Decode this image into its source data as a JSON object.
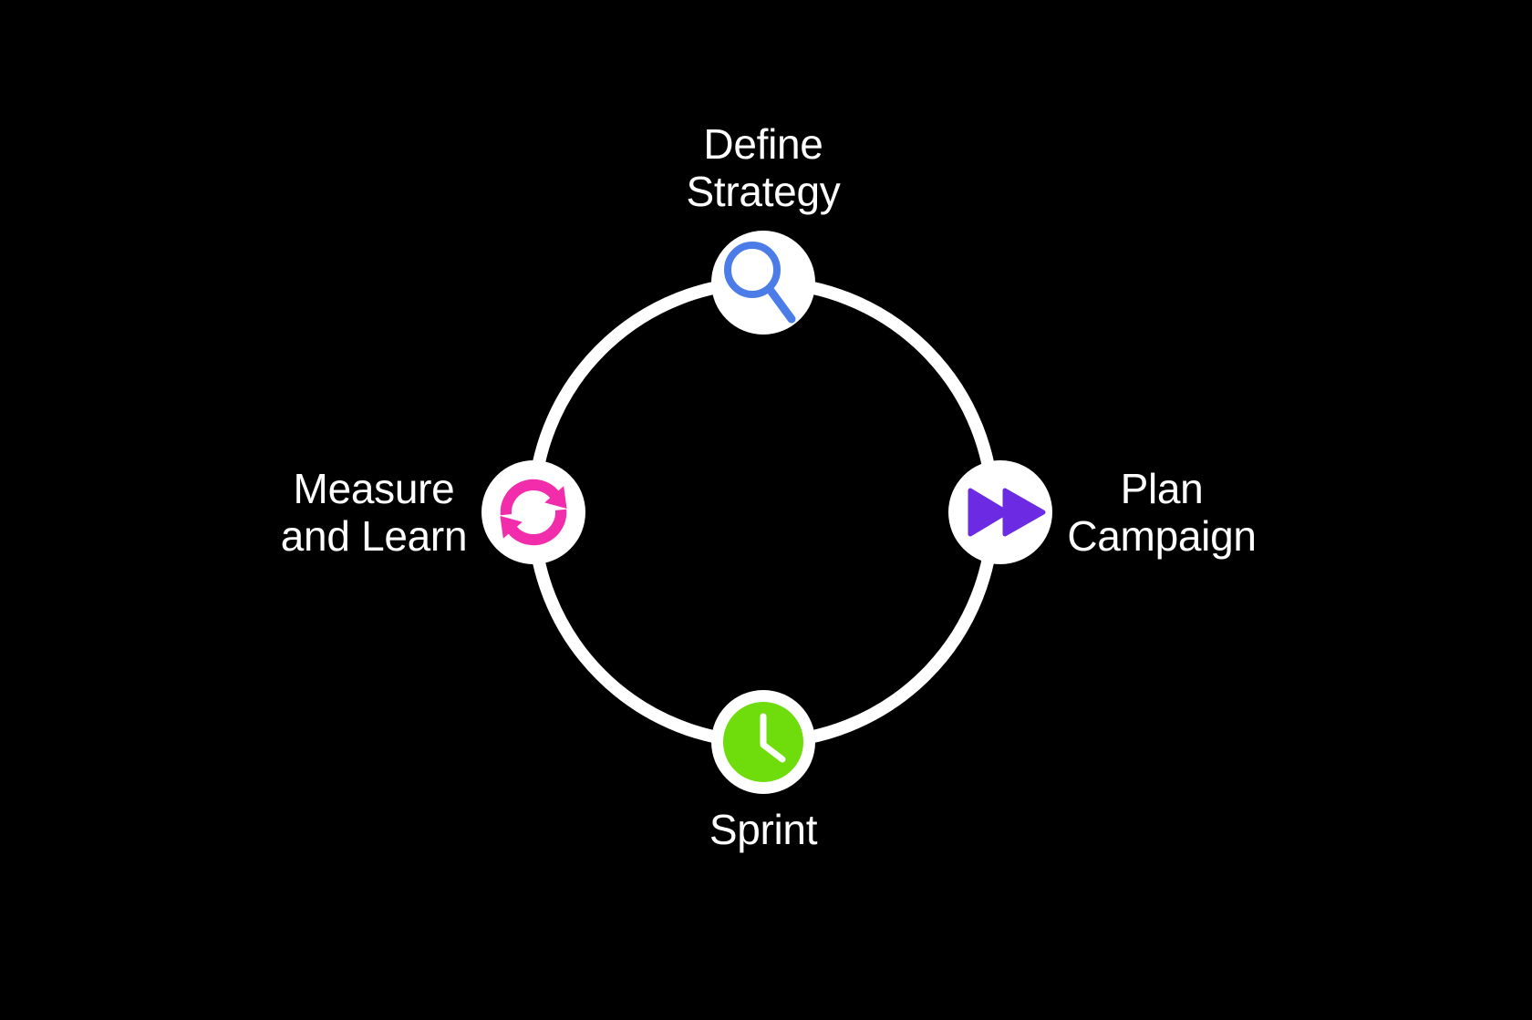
{
  "diagram": {
    "type": "cycle",
    "background_color": "#000000",
    "ring_color": "#FFFFFF",
    "node_fill_color": "#FFFFFF",
    "label_color": "#FFFFFF",
    "nodes": [
      {
        "id": "define-strategy",
        "position": "top",
        "lines": [
          "Define",
          "Strategy"
        ],
        "icon": "magnifier-icon",
        "icon_color": "#4C7CE8"
      },
      {
        "id": "plan-campaign",
        "position": "right",
        "lines": [
          "Plan",
          "Campaign"
        ],
        "icon": "fast-forward-icon",
        "icon_color": "#6C2BE2"
      },
      {
        "id": "sprint",
        "position": "bottom",
        "lines": [
          "Sprint"
        ],
        "icon": "clock-icon",
        "icon_color": "#6FDD0C"
      },
      {
        "id": "measure-and-learn",
        "position": "left",
        "lines": [
          "Measure",
          "and Learn"
        ],
        "icon": "refresh-icon",
        "icon_color": "#F22DAC"
      }
    ]
  }
}
